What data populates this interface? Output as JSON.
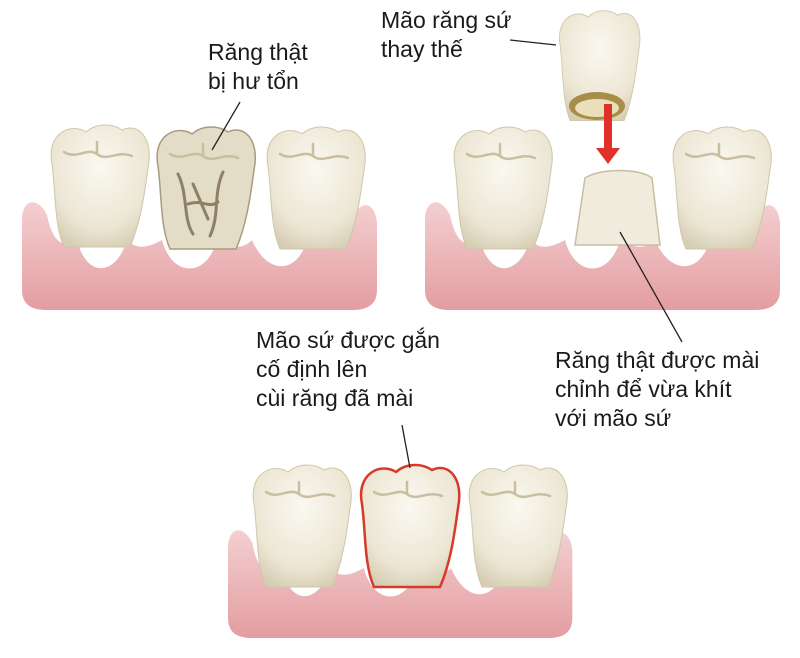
{
  "labels": {
    "damaged_tooth": [
      "Răng thật",
      "bị hư tổn"
    ],
    "replacement_crown": [
      "Mão răng sứ",
      "thay thế"
    ],
    "fitted_crown": [
      "Mão sứ được gắn",
      "cố định lên",
      "cùi răng đã mài"
    ],
    "prepared_tooth": [
      "Răng thật được mài",
      "chỉnh để vừa khít",
      "với mão sứ"
    ]
  },
  "colors": {
    "gum": "#e9a9ac",
    "gum_light": "#f6d2d2",
    "tooth": "#f1ede0",
    "tooth_shadow": "#d8d0b8",
    "arrow": "#e0302a",
    "crown_outline": "#d83a2a"
  }
}
